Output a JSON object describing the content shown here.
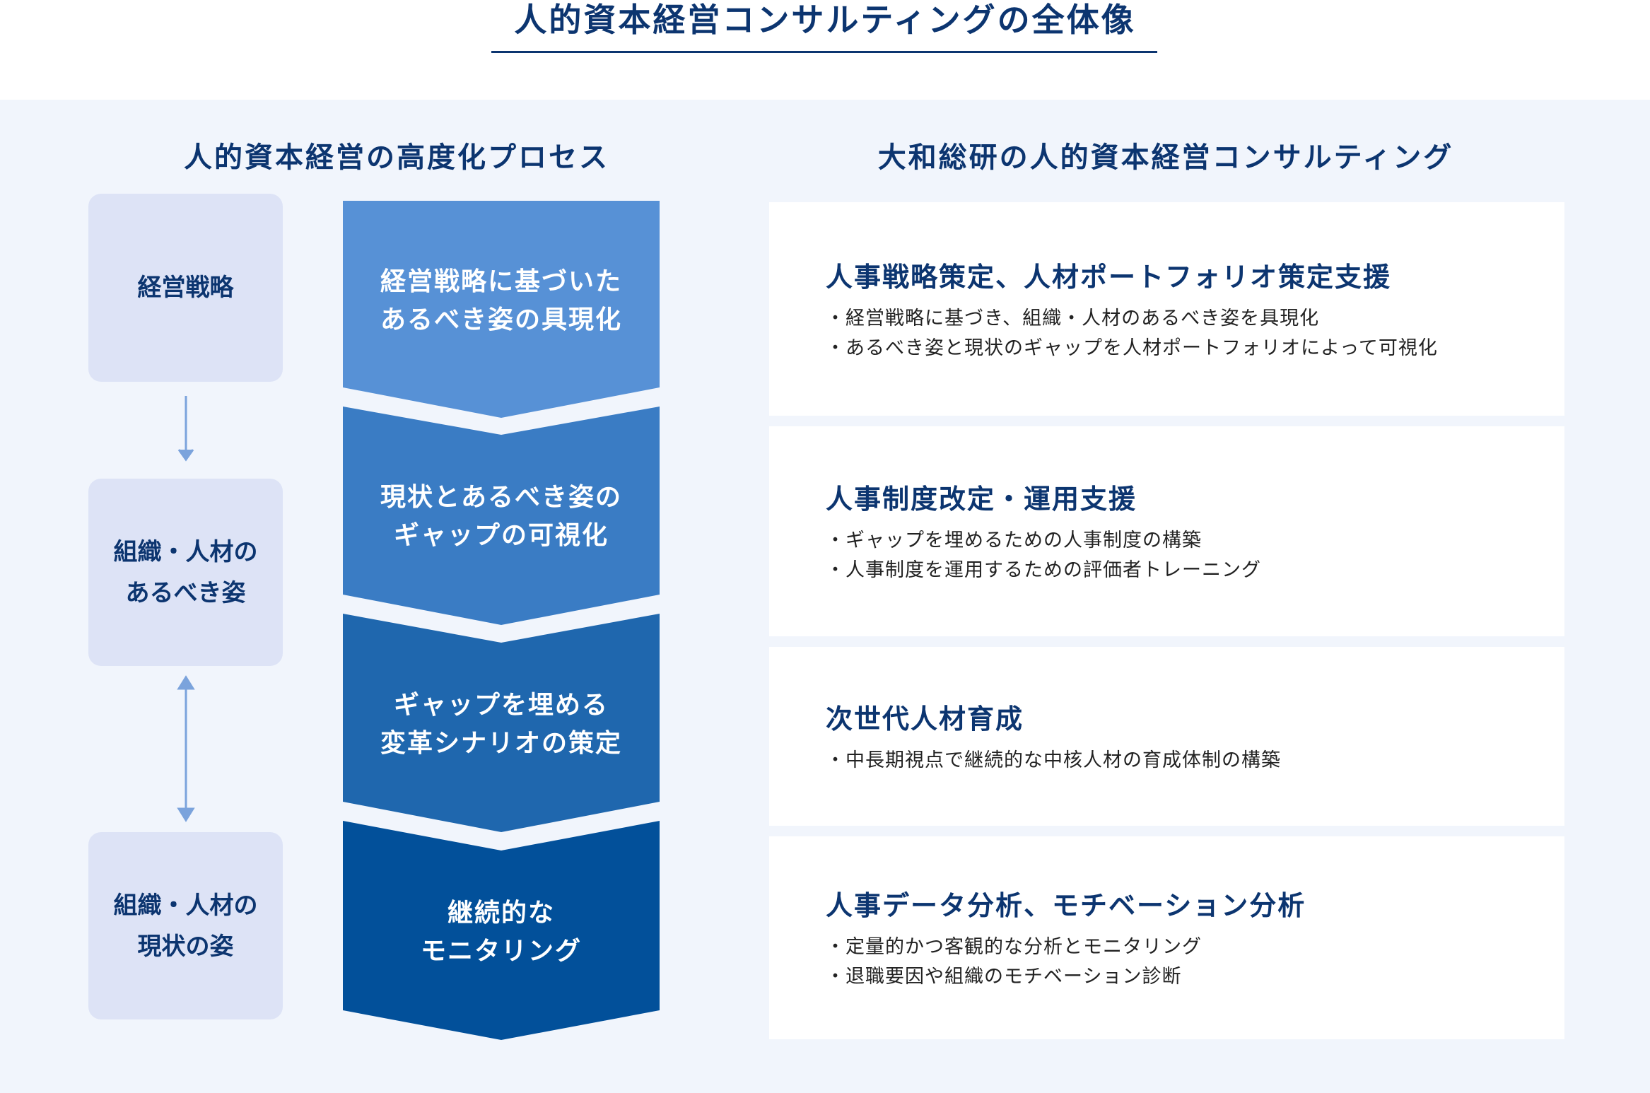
{
  "title": "人的資本経営コンサルティングの全体像",
  "left_heading": "人的資本経営の高度化プロセス",
  "right_heading": "大和総研の人的資本経営コンサルティング",
  "states": [
    "経営戦略",
    "組織・人材の\nあるべき姿",
    "組織・人材の\n現状の姿"
  ],
  "process": [
    {
      "label": "経営戦略に基づいた\nあるべき姿の具現化",
      "color": "#5791d6"
    },
    {
      "label": "現状とあるべき姿の\nギャップの可視化",
      "color": "#3a7cc4"
    },
    {
      "label": "ギャップを埋める\n変革シナリオの策定",
      "color": "#1f67ae"
    },
    {
      "label": "継続的な\nモニタリング",
      "color": "#02509a"
    }
  ],
  "services": [
    {
      "title": "人事戦略策定、人材ポートフォリオ策定支援",
      "bullets": [
        "・経営戦略に基づき、組織・人材のあるべき姿を具現化",
        "・あるべき姿と現状のギャップを人材ポートフォリオによって可視化"
      ]
    },
    {
      "title": "人事制度改定・運用支援",
      "bullets": [
        "・ギャップを埋めるための人事制度の構築",
        "・人事制度を運用するための評価者トレーニング"
      ]
    },
    {
      "title": "次世代人材育成",
      "bullets": [
        "・中長期視点で継続的な中核人材の育成体制の構築"
      ]
    },
    {
      "title": "人事データ分析、モチベーション分析",
      "bullets": [
        "・定量的かつ客観的な分析とモニタリング",
        "・退職要因や組織のモチベーション診断"
      ]
    }
  ]
}
